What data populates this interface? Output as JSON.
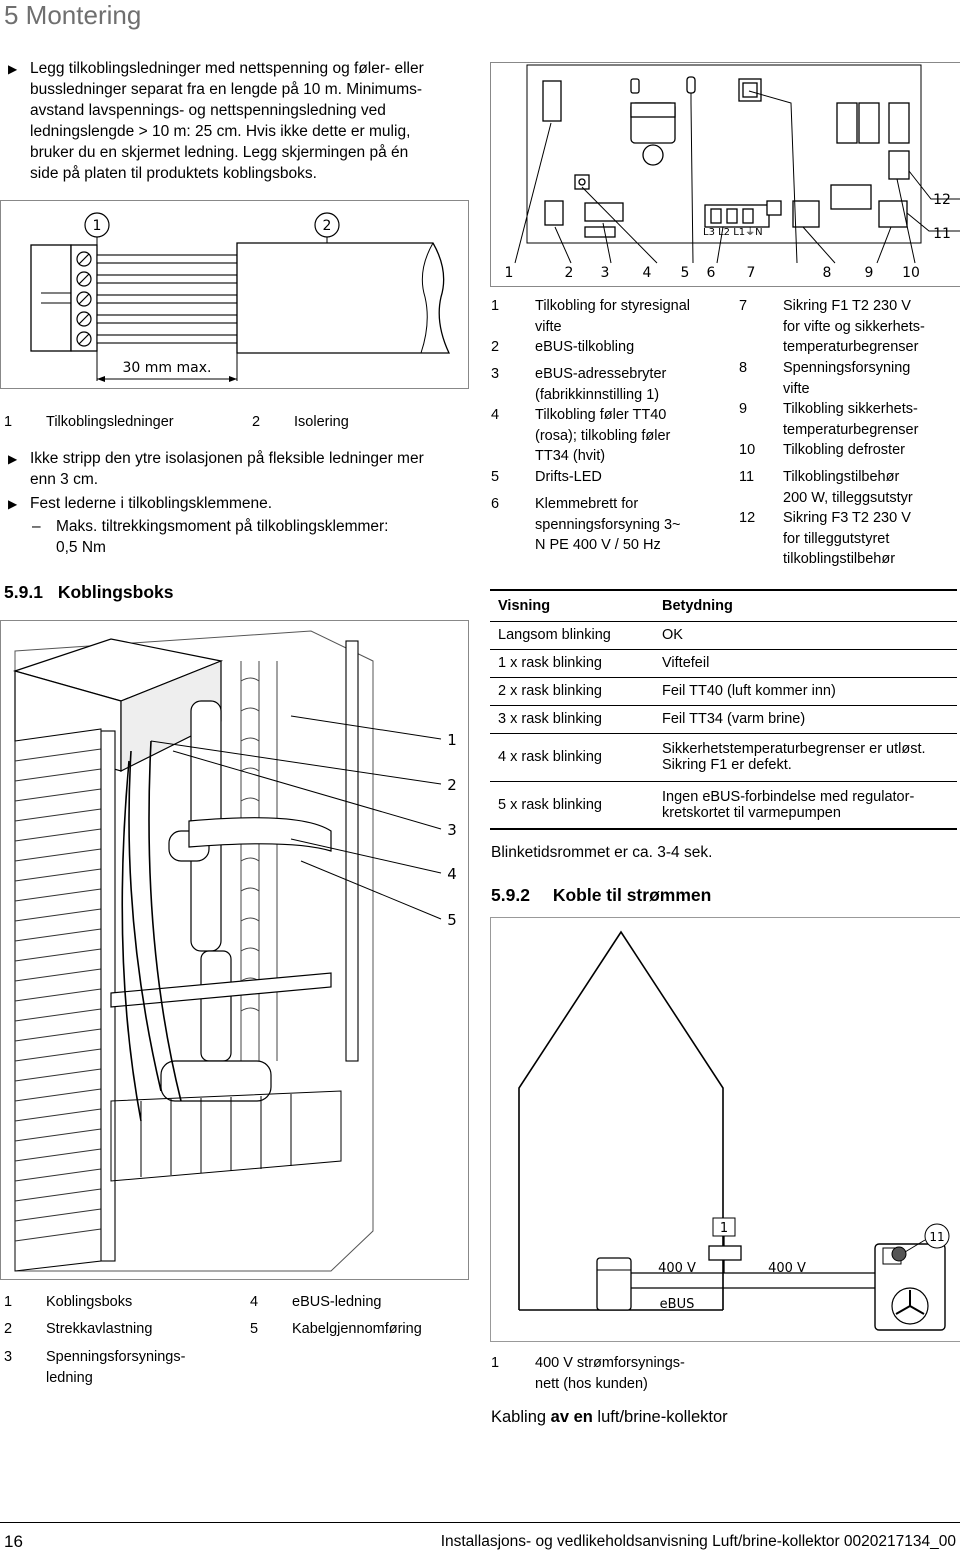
{
  "section_title": "5 Montering",
  "intro_bullet": [
    "Legg tilkoblingsledninger med nettspenning og føler- eller",
    "bussledninger separat fra en lengde på 10 m. Minimums-",
    "avstand lavspennings- og nettspenningsledning ved",
    "ledningslengde > 10 m: 25 cm. Hvis ikke dette er mulig,",
    "bruker du en skjermet ledning. Legg skjermingen på én",
    "side på platen til produktets koblingsboks."
  ],
  "fig1": {
    "callout1": "1",
    "callout2": "2",
    "dimension": "30 mm max."
  },
  "fig1_legend": [
    {
      "num": "1",
      "text": "Tilkoblingsledninger"
    },
    {
      "num": "2",
      "text": "Isolering"
    }
  ],
  "bullets2": [
    [
      "Ikke stripp den ytre isolasjonen på fleksible ledninger mer",
      "enn 3 cm."
    ],
    [
      "Fest lederne i tilkoblingsklemmene."
    ]
  ],
  "dash_item": [
    "Maks. tiltrekkingsmoment på tilkoblingsklemmer:",
    "0,5 Nm"
  ],
  "subsection1": {
    "num": "5.9.1",
    "title": "Koblingsboks"
  },
  "fig2_callouts": [
    "1",
    "2",
    "3",
    "4",
    "5"
  ],
  "fig2_legend": [
    {
      "num": "1",
      "text": [
        "Koblingsboks"
      ]
    },
    {
      "num": "2",
      "text": [
        "Strekkavlastning"
      ]
    },
    {
      "num": "3",
      "text": [
        "Spenningsforsynings-",
        "ledning"
      ]
    },
    {
      "num": "4",
      "text": [
        "eBUS-ledning"
      ]
    },
    {
      "num": "5",
      "text": [
        "Kabelgjennomføring"
      ]
    }
  ],
  "pcb": {
    "numbers_bottom": [
      "1",
      "2",
      "3",
      "4",
      "5",
      "6",
      "7",
      "8",
      "9",
      "10"
    ],
    "number_12": "12",
    "number_11": "11",
    "terminal_label": "L3 L2 L1⏚N"
  },
  "pcb_legend_left": [
    {
      "num": "1",
      "text": [
        "Tilkobling for styresignal",
        "vifte"
      ]
    },
    {
      "num": "2",
      "text": [
        "eBUS-tilkobling"
      ]
    },
    {
      "num": "3",
      "text": [
        "eBUS-adressebryter",
        "(fabrikkinnstilling 1)"
      ]
    },
    {
      "num": "4",
      "text": [
        "Tilkobling føler TT40",
        "(rosa); tilkobling føler",
        "TT34 (hvit)"
      ]
    },
    {
      "num": "5",
      "text": [
        "Drifts-LED"
      ]
    },
    {
      "num": "6",
      "text": [
        "Klemmebrett for",
        "spenningsforsyning 3~",
        "N PE 400 V / 50 Hz"
      ]
    }
  ],
  "pcb_legend_right": [
    {
      "num": "7",
      "text": [
        "Sikring F1 T2 230 V",
        "for vifte og sikkerhets-",
        "temperaturbegrenser"
      ]
    },
    {
      "num": "8",
      "text": [
        "Spenningsforsyning",
        "vifte"
      ]
    },
    {
      "num": "9",
      "text": [
        "Tilkobling sikkerhets-",
        "temperaturbegrenser"
      ]
    },
    {
      "num": "10",
      "text": [
        "Tilkobling defroster"
      ]
    },
    {
      "num": "11",
      "text": [
        "Tilkoblingstilbehør",
        "200 W, tilleggsutstyr"
      ]
    },
    {
      "num": "12",
      "text": [
        "Sikring F3 T2 230 V",
        "for tilleggutstyret",
        "tilkoblingstilbehør"
      ]
    }
  ],
  "led_table": {
    "headers": [
      "Visning",
      "Betydning"
    ],
    "rows": [
      {
        "visning": "Langsom blinking",
        "betydning": [
          "OK"
        ]
      },
      {
        "visning": "1 x rask blinking",
        "betydning": [
          "Viftefeil"
        ]
      },
      {
        "visning": "2 x rask blinking",
        "betydning": [
          "Feil TT40 (luft kommer inn)"
        ]
      },
      {
        "visning": "3 x rask blinking",
        "betydning": [
          "Feil TT34 (varm brine)"
        ]
      },
      {
        "visning": "4 x rask blinking",
        "betydning": [
          "Sikkerhetstemperaturbegrenser er utløst.",
          "Sikring F1 er defekt."
        ]
      },
      {
        "visning": "5 x rask blinking",
        "betydning": [
          "Ingen eBUS-forbindelse med regulator-",
          "kretskortet til varmepumpen"
        ]
      }
    ]
  },
  "blink_note": "Blinketidsrommet er ca. 3-4 sek.",
  "subsection2": {
    "num": "5.9.2",
    "title": "Koble til strømmen"
  },
  "house": {
    "callout1": "1",
    "callout11": "11",
    "label_400v_left": "400 V",
    "label_400v_right": "400 V",
    "label_ebus": "eBUS"
  },
  "house_legend": [
    {
      "num": "1",
      "text": [
        "400 V strømforsynings-",
        "nett (hos kunden)"
      ]
    }
  ],
  "caption_parts": [
    "Kabling ",
    "av en",
    " luft/brine-kollektor"
  ],
  "footer": {
    "page_number": "16",
    "doc_title": "Installasjons- og vedlikeholdsanvisning Luft/brine-kollektor 0020217134_00"
  }
}
